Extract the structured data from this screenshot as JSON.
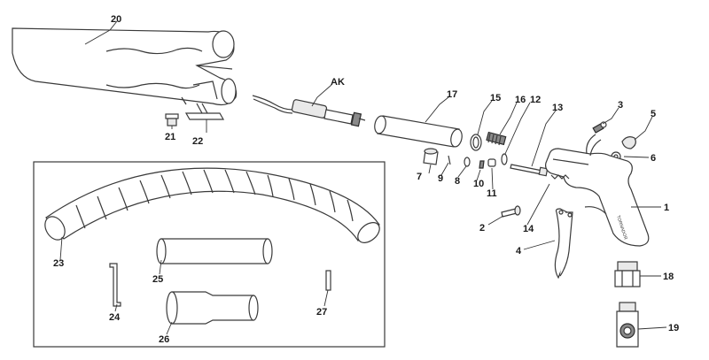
{
  "diagram": {
    "callouts": {
      "p1": "1",
      "p2": "2",
      "p3": "3",
      "p4": "4",
      "p5": "5",
      "p6": "6",
      "p7": "7",
      "p8": "8",
      "p9": "9",
      "p10": "10",
      "p11": "11",
      "p12": "12",
      "p13": "13",
      "p14": "14",
      "p15": "15",
      "p16": "16",
      "p17": "17",
      "p18": "18",
      "p19": "19",
      "p20": "20",
      "p21": "21",
      "p22": "22",
      "p23": "23",
      "p24": "24",
      "p25": "25",
      "p26": "26",
      "p27": "27",
      "ak": "AK"
    },
    "brand_on_handle": "TORNADOR"
  },
  "colors": {
    "line": "#3a3a3a",
    "background": "#ffffff",
    "dark_fill": "#8a8a8a"
  }
}
